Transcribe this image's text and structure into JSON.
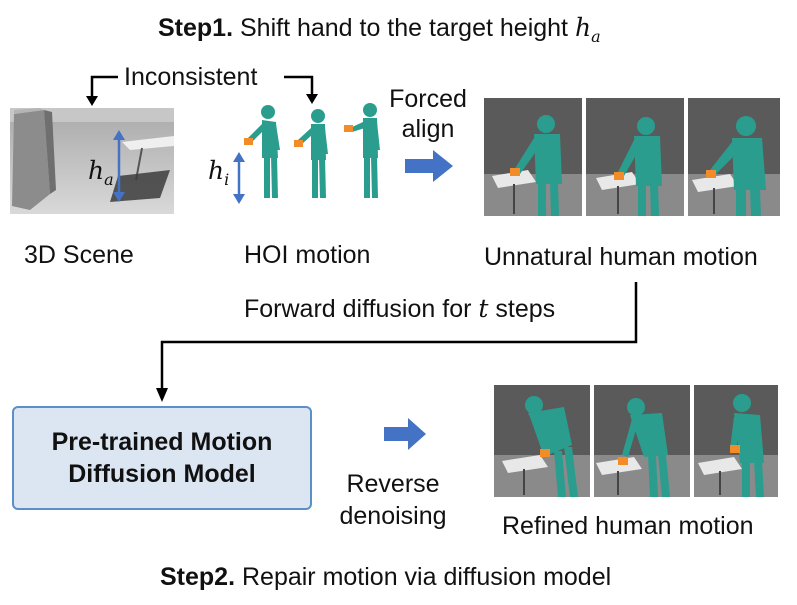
{
  "step1": {
    "label": "Step1.",
    "text": "Shift hand to the target height",
    "var": "h",
    "sub": "a"
  },
  "inconsistent": "Inconsistent",
  "forced_align": [
    "Forced",
    "align"
  ],
  "scene_height": {
    "var": "h",
    "sub": "a"
  },
  "hoi_height": {
    "var": "h",
    "sub": "i"
  },
  "captions": {
    "scene": "3D Scene",
    "hoi": "HOI motion",
    "unnatural": "Unnatural human motion",
    "refined": "Refined human motion"
  },
  "forward": {
    "text_before": "Forward diffusion for",
    "var": "t",
    "text_after": "steps"
  },
  "model": [
    "Pre-trained Motion",
    "Diffusion Model"
  ],
  "reverse": [
    "Reverse",
    "denoising"
  ],
  "step2": {
    "label": "Step2.",
    "text": "Repair motion via diffusion model"
  },
  "colors": {
    "accent_blue": "#4472c4",
    "box_fill": "#dce6f2",
    "box_border": "#5b8fc8",
    "human": "#2a9d8f",
    "hand": "#f28c28"
  }
}
